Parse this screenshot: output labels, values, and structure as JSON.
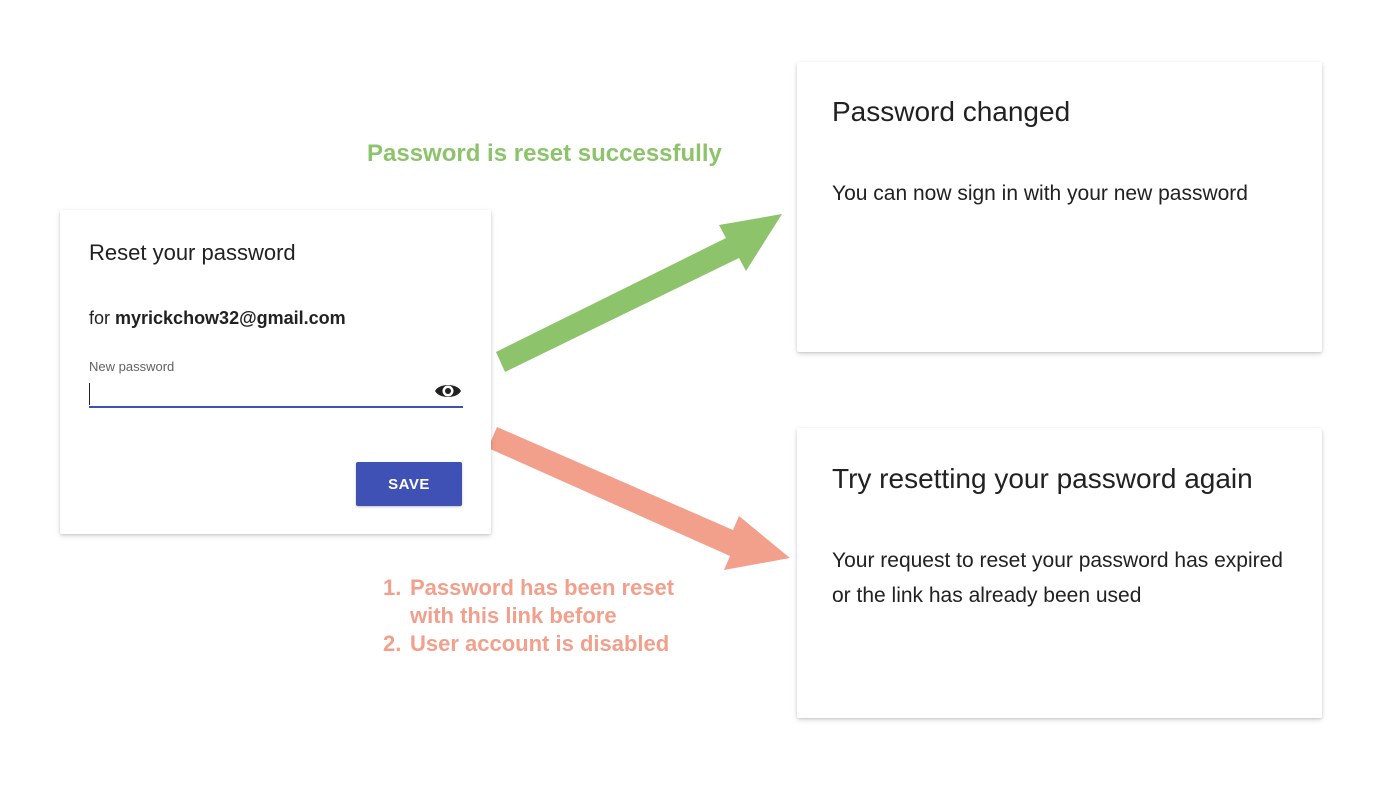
{
  "reset_card": {
    "title": "Reset your password",
    "for_prefix": "for ",
    "email": "myrickchow32@gmail.com",
    "field_label": "New password",
    "field_value": "",
    "save_label": "SAVE",
    "toggle_icon": "eye-icon"
  },
  "success_annotation": "Password is reset successfully",
  "success_card": {
    "title": "Password changed",
    "body": "You can now sign in with your new password"
  },
  "failure_annotation": {
    "reasons": [
      {
        "num": "1.",
        "lines": [
          "Password has been reset",
          "with this link before"
        ]
      },
      {
        "num": "2.",
        "lines": [
          "User account is disabled"
        ]
      }
    ]
  },
  "error_card": {
    "title": "Try resetting your password again",
    "body": "Your request to reset your password has expired or the link has already been used"
  },
  "colors": {
    "accent": "#3f51b5",
    "success": "#8cc36b",
    "failure": "#f2a08c"
  }
}
